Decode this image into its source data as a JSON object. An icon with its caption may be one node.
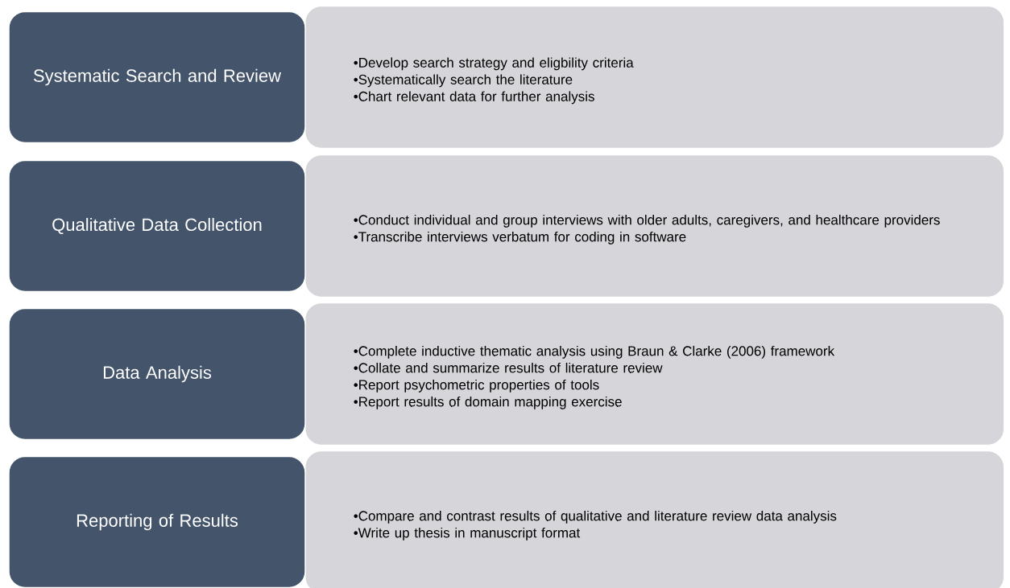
{
  "diagram": {
    "nodes": [
      {
        "text": [
          "Systematic Search and Review"
        ]
      },
      {
        "text": [
          "•Develop search strategy and eligbility criteria",
          "•Systematically search the literature",
          "•Chart relevant data for further analysis"
        ]
      },
      {
        "text": [
          "Qualitative Data Collection"
        ]
      },
      {
        "text": [
          "•Conduct individual and group interviews with older adults, caregivers, and healthcare providers",
          "•Transcribe interviews verbatum for coding in software"
        ]
      },
      {
        "text": [
          "Data Analysis"
        ]
      },
      {
        "text": [
          "•Complete inductive thematic analysis using Braun & Clarke (2006) framework",
          "•Collate and summarize results of literature review",
          "•Report psychometric properties of tools",
          "•Report results of domain mapping exercise"
        ]
      },
      {
        "text": [
          "Reporting of Results"
        ]
      },
      {
        "text": [
          "•Compare and contrast results of qualitative and literature review data analysis",
          "•Write up thesis in manuscript format"
        ]
      }
    ]
  }
}
